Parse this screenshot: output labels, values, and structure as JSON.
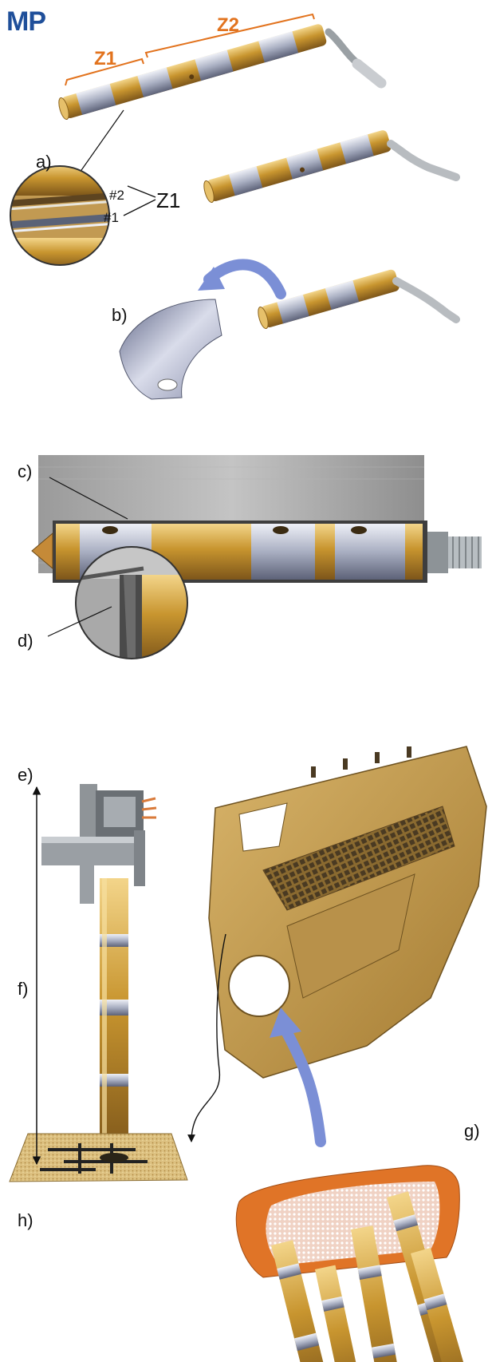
{
  "brand": {
    "text": "MP",
    "color": "#1f4f9a"
  },
  "zones": {
    "z1": "Z1",
    "z2": "Z2",
    "z1_callout": "Z1",
    "color": "#e2731e"
  },
  "markers": {
    "m1": "#1",
    "m2": "#2"
  },
  "labels": {
    "a": "a)",
    "b": "b)",
    "c": "c)",
    "d": "d)",
    "e": "e)",
    "f": "f)",
    "g": "g)",
    "h": "h)"
  },
  "colors": {
    "gold": "#c8952f",
    "silver": "#a9afc2",
    "arrow": "#7b8fd6",
    "panel": "#c19a4e",
    "foam": "#e07427",
    "board": "#d8b978"
  },
  "icons": {
    "arrow": "curved-arrow-icon",
    "doubleArrow": "double-headed-arrow-icon"
  }
}
